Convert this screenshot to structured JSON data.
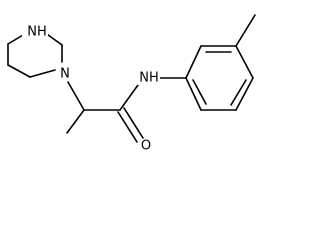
{
  "molecule": {
    "atoms": {
      "piperazine_nh": "NH",
      "piperazine_n": "N",
      "amide_nh": "NH",
      "carbonyl_o": "O"
    }
  },
  "colors": {
    "bond": "#000000",
    "label": "#000000",
    "background": "#ffffff"
  }
}
